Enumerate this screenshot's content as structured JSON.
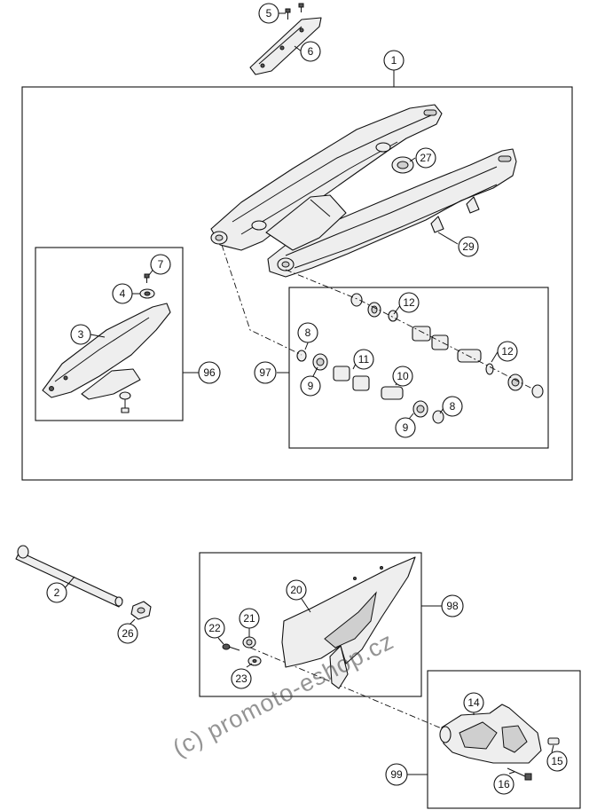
{
  "callouts": {
    "c1": "1",
    "c2": "2",
    "c3": "3",
    "c4": "4",
    "c5": "5",
    "c6": "6",
    "c7": "7",
    "c8a": "8",
    "c8b": "8",
    "c9a": "9",
    "c9b": "9",
    "c10": "10",
    "c11": "11",
    "c12a": "12",
    "c12b": "12",
    "c14": "14",
    "c15": "15",
    "c16": "16",
    "c20": "20",
    "c21": "21",
    "c22": "22",
    "c23": "23",
    "c26": "26",
    "c27": "27",
    "c29": "29",
    "c96": "96",
    "c97": "97",
    "c98": "98",
    "c99": "99"
  },
  "watermark": "(c) promoto-eshop.cz",
  "colors": {
    "line": "#111111",
    "part_fill": "#eeeeee",
    "dark": "#555555"
  },
  "icons": [
    "swingarm",
    "chain-slider",
    "chain-guide",
    "swingarm-pivot-axle",
    "bearing",
    "bushing",
    "screw",
    "nut",
    "washer"
  ]
}
